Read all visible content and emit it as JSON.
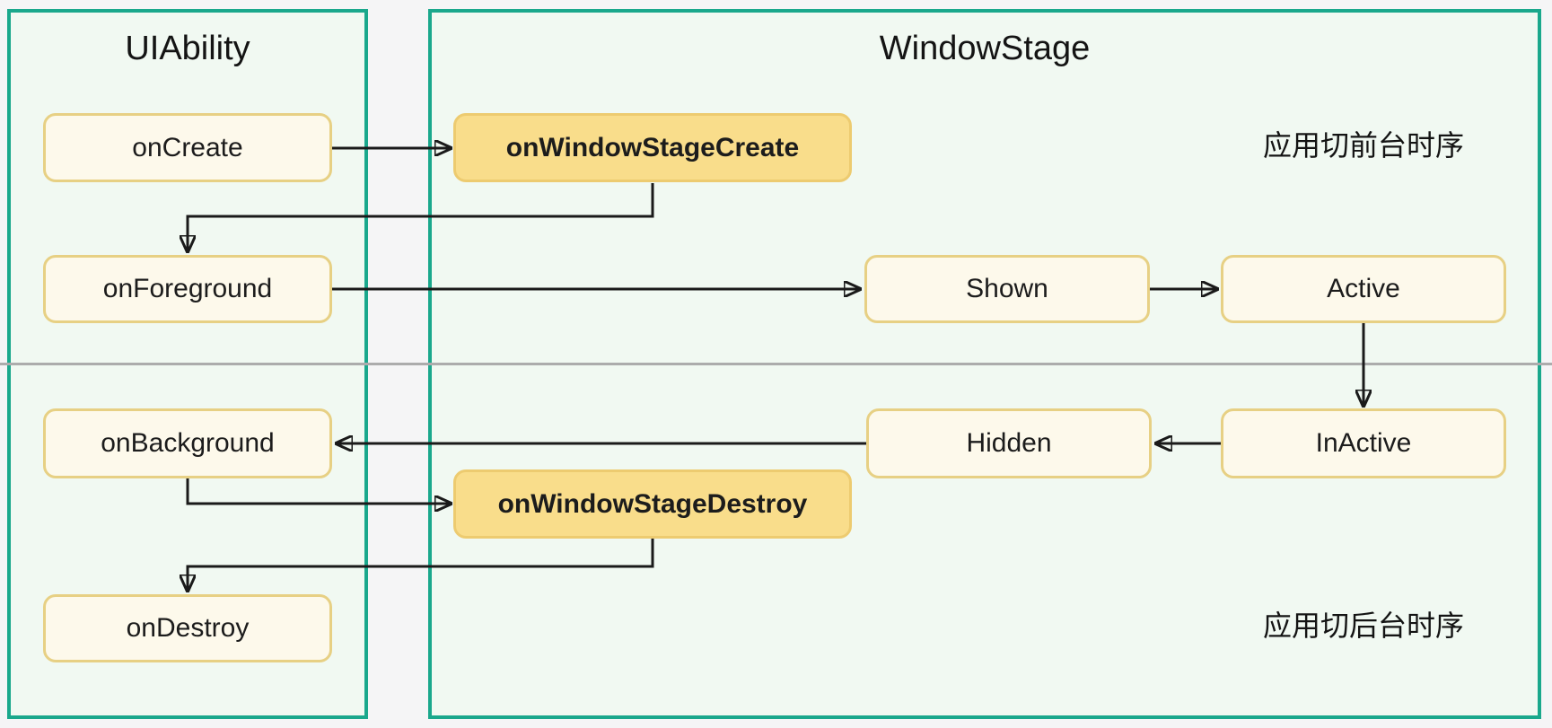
{
  "diagram": {
    "panels": [
      {
        "id": "uiability",
        "title": "UIAbility"
      },
      {
        "id": "windowstage",
        "title": "WindowStage"
      }
    ],
    "nodes": {
      "onCreate": {
        "label": "onCreate",
        "panel": "uiability",
        "emphasis": false
      },
      "onWindowStageCreate": {
        "label": "onWindowStageCreate",
        "panel": "windowstage",
        "emphasis": true
      },
      "onForeground": {
        "label": "onForeground",
        "panel": "uiability",
        "emphasis": false
      },
      "shown": {
        "label": "Shown",
        "panel": "windowstage",
        "emphasis": false
      },
      "active": {
        "label": "Active",
        "panel": "windowstage",
        "emphasis": false
      },
      "onBackground": {
        "label": "onBackground",
        "panel": "uiability",
        "emphasis": false
      },
      "hidden": {
        "label": "Hidden",
        "panel": "windowstage",
        "emphasis": false
      },
      "inActive": {
        "label": "InActive",
        "panel": "windowstage",
        "emphasis": false
      },
      "onWindowStageDestroy": {
        "label": "onWindowStageDestroy",
        "panel": "windowstage",
        "emphasis": true
      },
      "onDestroy": {
        "label": "onDestroy",
        "panel": "uiability",
        "emphasis": false
      }
    },
    "annotations": {
      "foreground_sequence": "应用切前台时序",
      "background_sequence": "应用切后台时序"
    },
    "edges": [
      {
        "from": "onCreate",
        "to": "onWindowStageCreate"
      },
      {
        "from": "onWindowStageCreate",
        "to": "onForeground"
      },
      {
        "from": "onForeground",
        "to": "Shown"
      },
      {
        "from": "Shown",
        "to": "Active"
      },
      {
        "from": "Active",
        "to": "InActive"
      },
      {
        "from": "InActive",
        "to": "Hidden"
      },
      {
        "from": "Hidden",
        "to": "onBackground"
      },
      {
        "from": "onBackground",
        "to": "onWindowStageDestroy"
      },
      {
        "from": "onWindowStageDestroy",
        "to": "onDestroy"
      }
    ],
    "colors": {
      "outer_background": "#F5F5F6",
      "panel_background": "#F1F9F2",
      "panel_border": "#1AA88C",
      "node_fill": "#FDF9EB",
      "node_border": "#E7D084",
      "node_emphasis_fill": "#F9DD8B",
      "node_emphasis_border": "#EDCB70",
      "arrow": "#1A1A1A",
      "divider": "#ACACAC",
      "text": "#1B1B1B"
    }
  }
}
